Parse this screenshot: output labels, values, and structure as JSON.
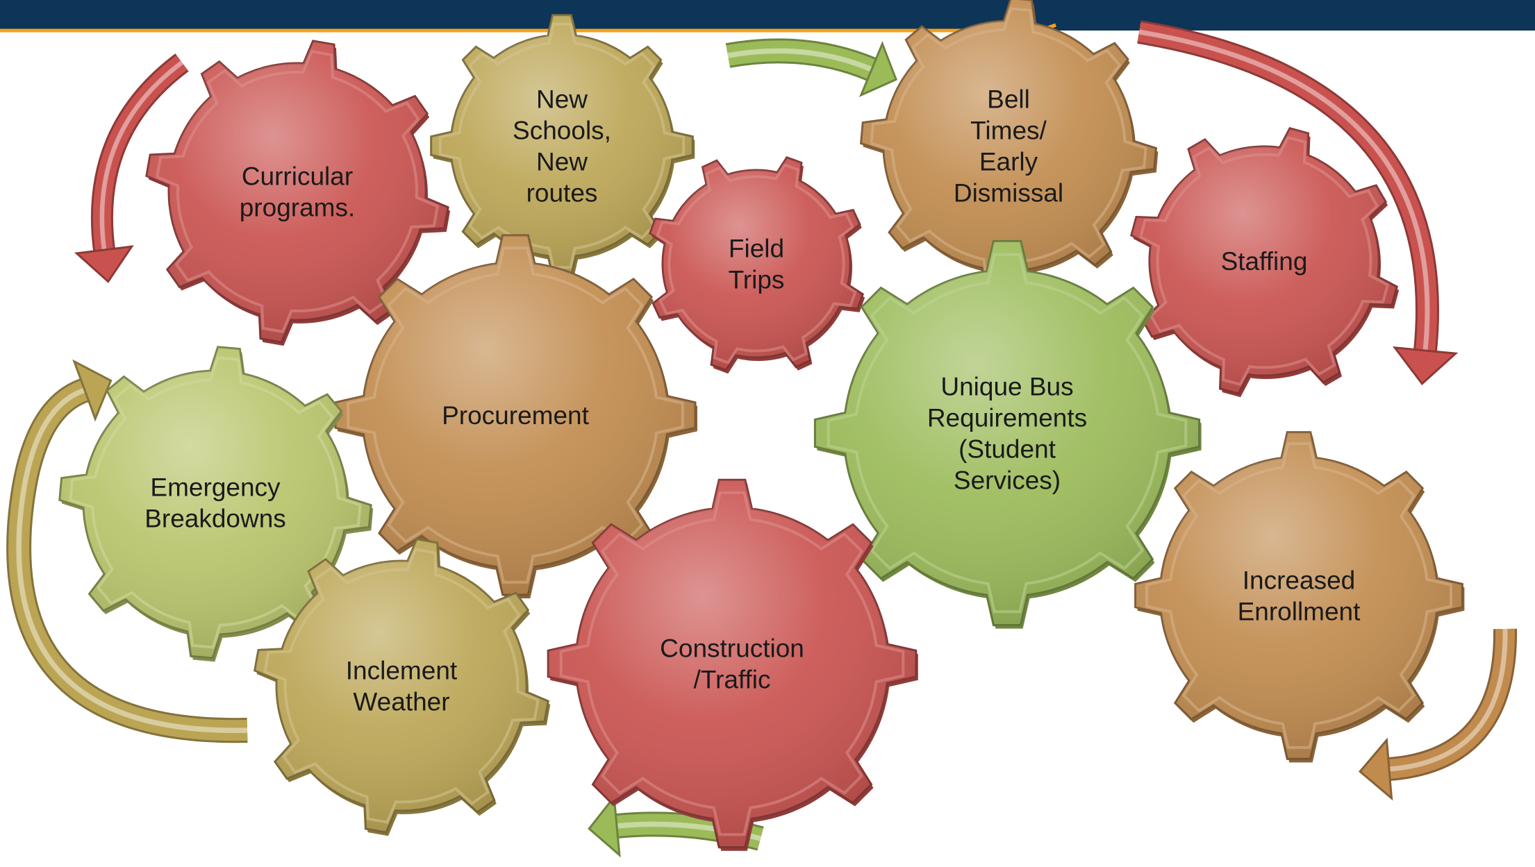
{
  "colors": {
    "header": "#0c3557",
    "header_accent": "#f5a01e",
    "red": "#c9524f",
    "tan": "#c18b4e",
    "olive": "#bba554",
    "green": "#9bbb59",
    "lime": "#b8c46a"
  },
  "gears": [
    {
      "id": "curricular",
      "color": "red",
      "lines": [
        "Curricular",
        "programs."
      ]
    },
    {
      "id": "new-schools",
      "color": "olive",
      "lines": [
        "New",
        "Schools,",
        "New",
        "routes"
      ]
    },
    {
      "id": "field-trips",
      "color": "red",
      "lines": [
        "Field",
        "Trips"
      ]
    },
    {
      "id": "bell-times",
      "color": "tan",
      "lines": [
        "Bell",
        "Times/",
        "Early",
        "Dismissal"
      ]
    },
    {
      "id": "staffing",
      "color": "red",
      "lines": [
        "Staffing"
      ]
    },
    {
      "id": "procurement",
      "color": "tan",
      "lines": [
        "Procurement"
      ]
    },
    {
      "id": "unique-bus",
      "color": "green",
      "lines": [
        "Unique Bus",
        "Requirements",
        "(Student",
        "Services)"
      ]
    },
    {
      "id": "emergency",
      "color": "lime",
      "lines": [
        "Emergency",
        "Breakdowns"
      ]
    },
    {
      "id": "increased-enrollment",
      "color": "tan",
      "lines": [
        "Increased",
        "Enrollment"
      ]
    },
    {
      "id": "inclement-weather",
      "color": "olive",
      "lines": [
        "Inclement",
        "Weather"
      ]
    },
    {
      "id": "construction",
      "color": "red",
      "lines": [
        "Construction",
        "/Traffic"
      ]
    }
  ],
  "arrows": [
    {
      "id": "top-left",
      "color": "red"
    },
    {
      "id": "top-middle",
      "color": "green"
    },
    {
      "id": "top-right",
      "color": "red"
    },
    {
      "id": "left-side",
      "color": "olive"
    },
    {
      "id": "bottom-middle",
      "color": "green"
    },
    {
      "id": "bottom-right",
      "color": "tan"
    }
  ]
}
